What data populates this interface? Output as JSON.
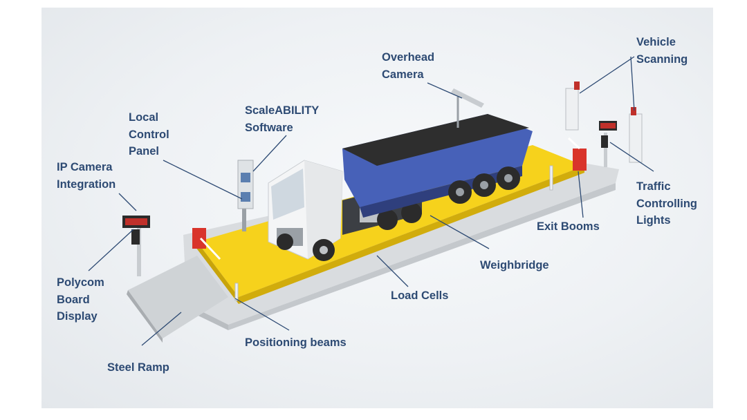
{
  "labels": {
    "overhead_camera": "Overhead\nCamera",
    "vehicle_scanning": "Vehicle\nScanning",
    "scaleability_software": "ScaleABILITY\nSoftware",
    "local_control_panel": "Local\nControl\nPanel",
    "ip_camera_integration": "IP Camera\nIntegration",
    "traffic_controlling_lights": "Traffic\nControlling\nLights",
    "exit_booms": "Exit Booms",
    "weighbridge": "Weighbridge",
    "polycom_board_display": "Polycom\nBoard\nDisplay",
    "load_cells": "Load Cells",
    "positioning_beams": "Positioning beams",
    "steel_ramp": "Steel Ramp"
  },
  "colors": {
    "label_text": "#2d4a73",
    "leader_line": "#2d4a73",
    "platform": "#f6d21c",
    "trailer": "#4761b8",
    "boom": "#d9342b"
  }
}
